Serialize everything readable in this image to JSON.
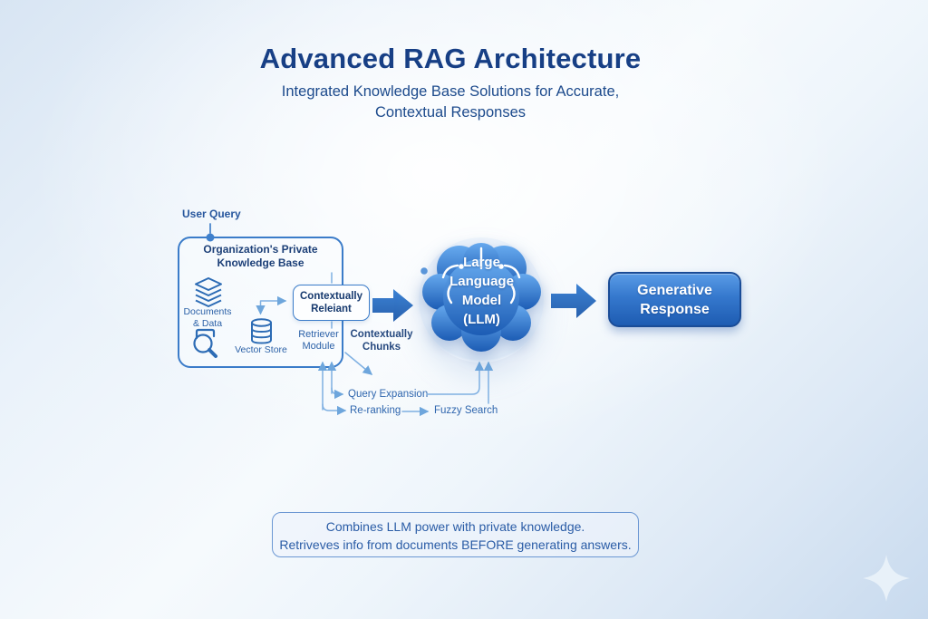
{
  "header": {
    "title": "Advanced RAG Architecture",
    "subtitle_line1": "Integrated Knowledge Base Solutions for Accurate,",
    "subtitle_line2": "Contextual Responses"
  },
  "diagram": {
    "user_query_label": "User Query",
    "knowledge_base": {
      "title_line1": "Organization's Private",
      "title_line2": "Knowledge Base",
      "documents_line1": "Documents",
      "documents_line2": "& Data",
      "vector_store_label": "Vector Store",
      "retriever_line1": "Retriever",
      "retriever_line2": "Module"
    },
    "relevant_box": {
      "line1": "Contextually",
      "line2": "Releiant"
    },
    "chunks_label": {
      "line1": "Contextually",
      "line2": "Chunks"
    },
    "llm": {
      "line1": "Large",
      "line2": "Language",
      "line3": "Model",
      "line4": "(LLM)"
    },
    "response_button": {
      "line1": "Generative",
      "line2": "Response"
    },
    "annotations": {
      "query_expansion": "Query Expansion",
      "re_ranking": "Re-ranking",
      "fuzzy_search": "Fuzzy Search"
    }
  },
  "note": {
    "line1": "Combines LLM power with private knowledge.",
    "line2": "Retriveves info from documents BEFORE generating answers."
  },
  "icons": {
    "documents": "stacked-layers-icon",
    "search": "magnifier-icon",
    "vector_store": "database-icon",
    "llm": "brain-icon",
    "watermark": "sparkle-icon"
  },
  "colors": {
    "title_navy": "#173F85",
    "label_blue": "#2D62A8",
    "border_blue": "#3B7CC9",
    "connector_blue": "#7FB0E2",
    "arrow_blue": "#2E6FC0",
    "brain_top": "#66A9EE",
    "brain_bottom": "#1C5CB4",
    "button_top": "#5A9CE6",
    "button_bottom": "#1E5CB2"
  }
}
